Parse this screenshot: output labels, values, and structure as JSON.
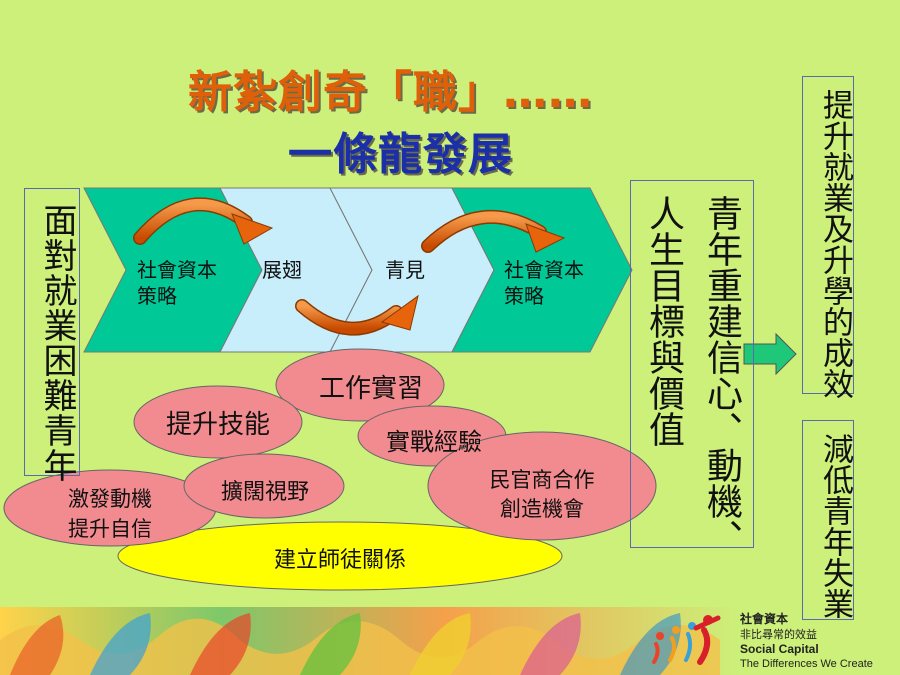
{
  "title": {
    "line1": "新紮創奇「職」……",
    "line2": "一條龍發展"
  },
  "left_box": {
    "text": "面對就業困難青年"
  },
  "chevrons": [
    {
      "label_line1": "社會資本",
      "label_line2": "策略"
    },
    {
      "label": "展翅"
    },
    {
      "label": "青見"
    },
    {
      "label_line1": "社會資本",
      "label_line2": "策略"
    }
  ],
  "ovals": {
    "work": "工作實習",
    "skill": "提升技能",
    "practice": "實戰經驗",
    "vision": "擴闊視野",
    "coop_line1": "民官商合作",
    "coop_line2": "創造機會",
    "motiv_line1": "激發動機",
    "motiv_line2": "提升自信",
    "mentor": "建立師徒關係"
  },
  "result_box": {
    "line1": "青年重建信心、動機、",
    "line2": "人生目標與價值"
  },
  "outcomes": [
    "提升就業及升學的成效",
    "減低青年失業"
  ],
  "brand": {
    "name_zh": "社會資本",
    "tagline_zh": "非比尋常的效益",
    "name_en": "Social Capital",
    "tagline_en": "The Differences We Create"
  },
  "colors": {
    "background": "#ccf07a",
    "chevron_green": "#00c896",
    "chevron_lightblue": "#c8eefc",
    "oval_pink": "#f28b8f",
    "oval_yellow": "#ffff00",
    "arrow_orange": "#e8640c",
    "arrow_green": "#1fc878",
    "title_orange": "#e0600a",
    "title_blue": "#1a2fa8"
  }
}
